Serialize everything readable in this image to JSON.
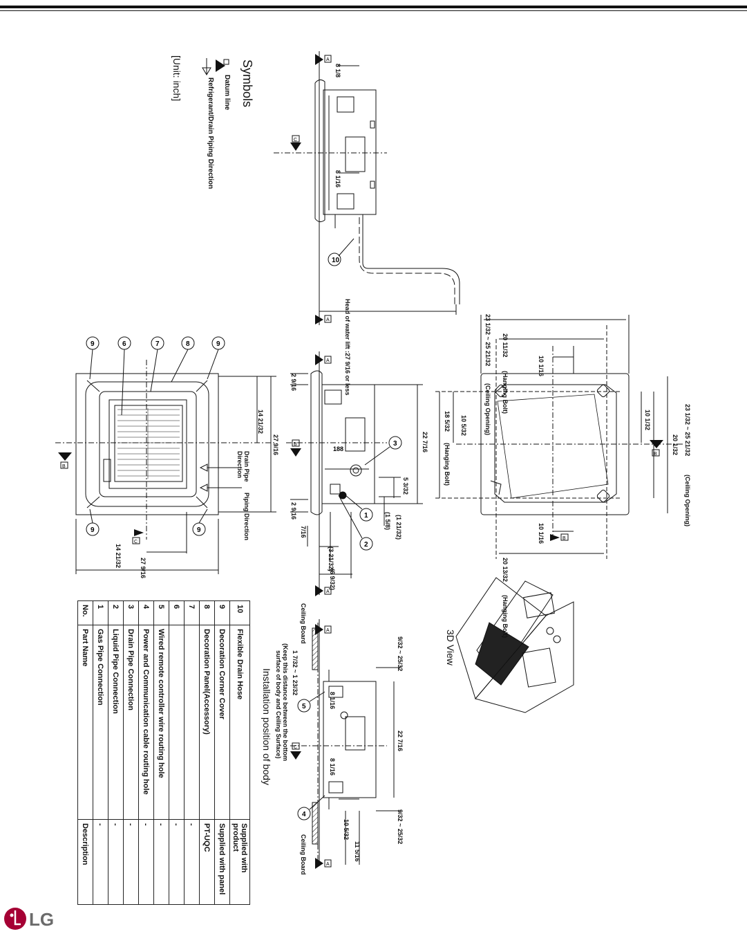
{
  "symbols": {
    "title": "Symbols",
    "datum": "Datum line",
    "pipe": "Refrigerant/Drain Piping Direction",
    "unit": "[Unit: inch]"
  },
  "views": {
    "view3d": "3D View",
    "install": "Installation position of body",
    "ceiling_board": "Ceiling Board",
    "keep_note_1": "(Keep this distance between the bottom",
    "keep_note_2": "surface of body and Ceiling Surface)"
  },
  "labels": {
    "head_lift": "Head of water lift :27 9/16 or less",
    "ceiling_opening": "(Ceiling Opening)",
    "hanging_bolt": "(Hanging Bolt)",
    "drain_pipe_dir": "Drain Pipe Direction",
    "piping_dir": "Piping Direction",
    "dim_188": "188"
  },
  "markers": {
    "a": "A",
    "b": "B",
    "c": "C"
  },
  "dims": {
    "d_8_1_8": "8 1/8",
    "d_8_1_16": "8 1/16",
    "d_23": "23 1/32 ~ 25 21/32",
    "d_20_11": "20 11/32",
    "d_20_13": "20 13/32",
    "d_10_1_16": "10 1/16",
    "d_18_5_32": "18 5/32",
    "d_10_5_32": "10 5/32",
    "d_10_1_32": "10 1/32",
    "d_20_1_32": "20 1/32",
    "d_22_7_16": "22 7/16",
    "d_27_9_16": "27 9/16",
    "d_14_21_32": "14 21/32",
    "d_2_9_16": "2 9/16",
    "d_5_3_32": "5 3/32",
    "d_1_5_8": "(1 5/8)",
    "d_1_21_32": "(1 21/32)",
    "d_7_16": "7/16",
    "d_3_21_32": "(3 21/32)",
    "d_6_9_32": "(6 9/32)",
    "d_inst": "9/32 ~ 25/32",
    "d_keep": "1 7/32 ~ 1 23/32",
    "d_8_1_16b": "8 1/16",
    "d_10_5_32b": "10 5/32",
    "d_11_5_16": "11 5/16"
  },
  "callouts": [
    "1",
    "2",
    "3",
    "4",
    "5",
    "6",
    "7",
    "8",
    "9",
    "10"
  ],
  "parts_table": {
    "headers": [
      "No.",
      "Part Name",
      "Description"
    ],
    "rows": [
      [
        "10",
        "Flexible Drain Hose",
        "Supplied with product"
      ],
      [
        "9",
        "Decoration Corner Cover",
        "Supplied with panel"
      ],
      [
        "8",
        "Decoration Panel(Accessory)",
        "PT-UQC"
      ],
      [
        "7",
        "",
        "-"
      ],
      [
        "6",
        "",
        "-"
      ],
      [
        "5",
        "Wired remote controller wire routing hole",
        "-"
      ],
      [
        "4",
        "Power and Communication cable routing hole",
        "-"
      ],
      [
        "3",
        "Drain Pipe Connection",
        "-"
      ],
      [
        "2",
        "Liquid Pipe Connection",
        "-"
      ],
      [
        "1",
        "Gas Pipe Connection",
        "-"
      ]
    ]
  },
  "brand": {
    "logo": "LG"
  }
}
